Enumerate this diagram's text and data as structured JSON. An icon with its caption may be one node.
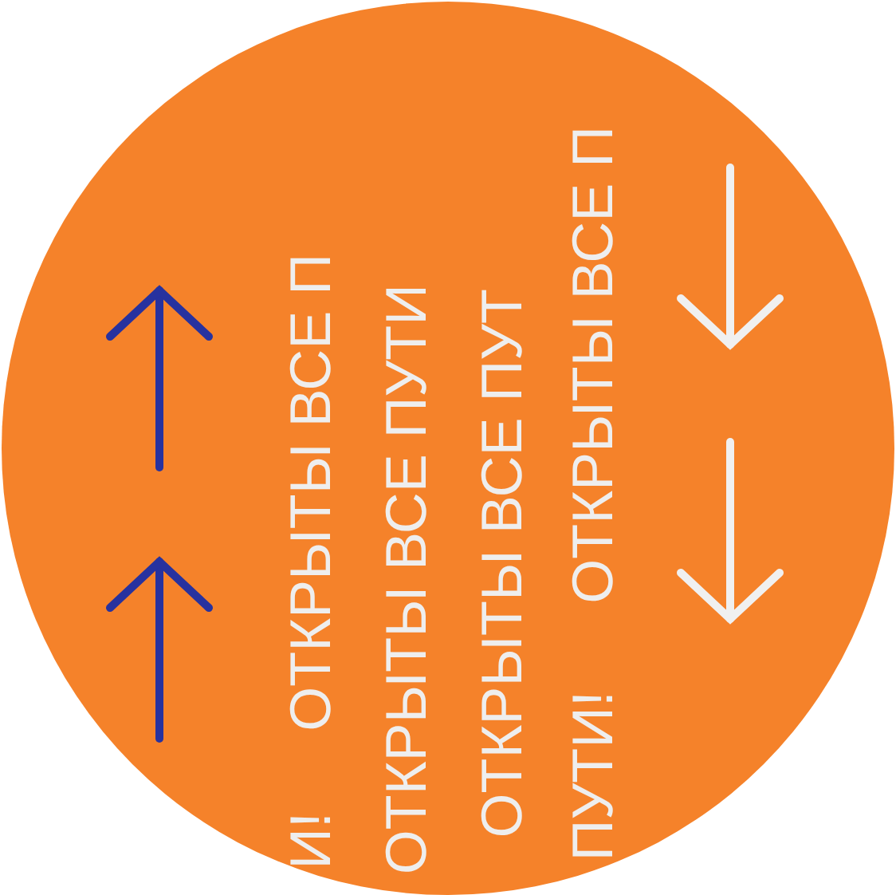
{
  "diagram": {
    "labels": [
      "И!",
      "ОТКРЫТЫ ВСЕ П",
      "ОТКРЫТЫ ВСЕ ПУТИ",
      "ОТКРЫТЫ ВСЕ ПУТ",
      "ПУТИ!",
      "ОТКРЫТЫ ВСЕ П"
    ]
  }
}
